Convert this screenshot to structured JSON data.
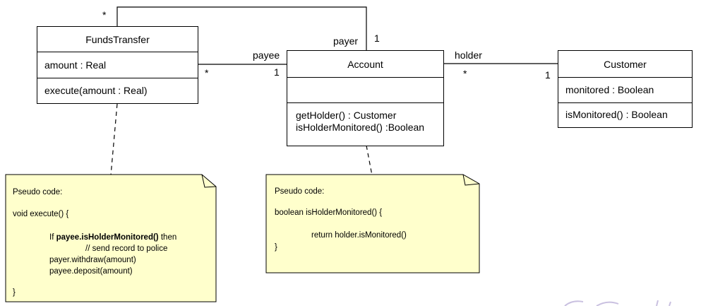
{
  "classes": {
    "funds_transfer": {
      "name": "FundsTransfer",
      "attributes": [
        "amount : Real"
      ],
      "operations": [
        "execute(amount : Real)"
      ]
    },
    "account": {
      "name": "Account",
      "operations": [
        "getHolder() : Customer",
        "isHolderMonitored()  :Boolean"
      ]
    },
    "customer": {
      "name": "Customer",
      "attributes": [
        "monitored : Boolean"
      ],
      "operations": [
        "isMonitored() : Boolean"
      ]
    }
  },
  "associations": {
    "payer": {
      "role": "payer",
      "multiplicity_account": "1",
      "multiplicity_transfer": "*"
    },
    "payee": {
      "role": "payee",
      "multiplicity_account": "1",
      "multiplicity_transfer": "*"
    },
    "holder": {
      "role": "holder",
      "multiplicity_account": "*",
      "multiplicity_customer": "1"
    }
  },
  "notes": {
    "execute_note": {
      "heading": "Pseudo code:",
      "signature": "void execute() {",
      "if_prefix": "If ",
      "if_bold": "payee.isHolderMonitored()",
      "if_suffix": " then",
      "comment": "// send record to police",
      "withdraw": "payer.withdraw(amount)",
      "deposit": "payee.deposit(amount)",
      "closing": "}"
    },
    "monitored_note": {
      "heading": "Pseudo code:",
      "signature": "boolean isHolderMonitored() {",
      "return_stmt": "return holder.isMonitored()",
      "closing": "}"
    }
  },
  "colors": {
    "note_fill": "#ffffcc",
    "line": "#000000"
  }
}
